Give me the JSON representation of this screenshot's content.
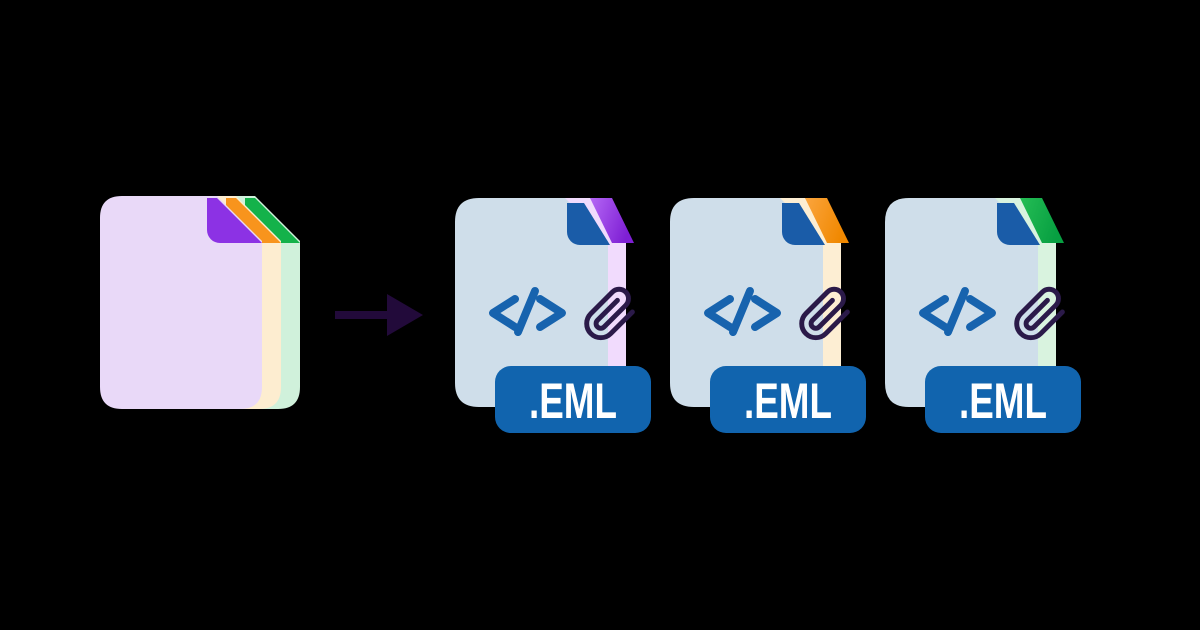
{
  "background": "#000000",
  "colors": {
    "background": "#000000",
    "front-doc": "#cfdeea",
    "fold-blue": "#1a5ca8",
    "badge-blue": "#1164ae",
    "badge-text": "#ffffff",
    "code-blue": "#1763ae",
    "clip-purple": "#2b1a49",
    "arrow-purple": "#220a3a",
    "stack-lavender": "#e9d9f8",
    "stack-cream": "#fdedd0",
    "stack-mint": "#d0f1db",
    "fold-purple": "#8c32e4",
    "fold-orange": "#f8941d",
    "fold-green": "#14b24a",
    "sheet-lavender": "#f1dbfd",
    "sheet-cream": "#fdeed3",
    "sheet-mint": "#d9f3df",
    "stripe-purple-1": "#b567f5",
    "stripe-purple-2": "#7e1fd4",
    "stripe-orange-1": "#fba53e",
    "stripe-orange-2": "#f08800",
    "stripe-green-1": "#25bd55",
    "stripe-green-2": "#079f41"
  },
  "source_stack": {
    "sheets": [
      {
        "position": "front",
        "body_color": "#e9d9f8",
        "fold_color": "#8c32e4"
      },
      {
        "position": "middle",
        "body_color": "#fdedd0",
        "fold_color": "#f8941d"
      },
      {
        "position": "back",
        "body_color": "#d0f1db",
        "fold_color": "#14b24a"
      }
    ]
  },
  "arrow": {
    "direction": "right",
    "color": "#220a3a"
  },
  "files": [
    {
      "badge_label": ".EML",
      "accent": "purple",
      "icons": [
        "code-icon",
        "paperclip-icon"
      ]
    },
    {
      "badge_label": ".EML",
      "accent": "orange",
      "icons": [
        "code-icon",
        "paperclip-icon"
      ]
    },
    {
      "badge_label": ".EML",
      "accent": "green",
      "icons": [
        "code-icon",
        "paperclip-icon"
      ]
    }
  ]
}
